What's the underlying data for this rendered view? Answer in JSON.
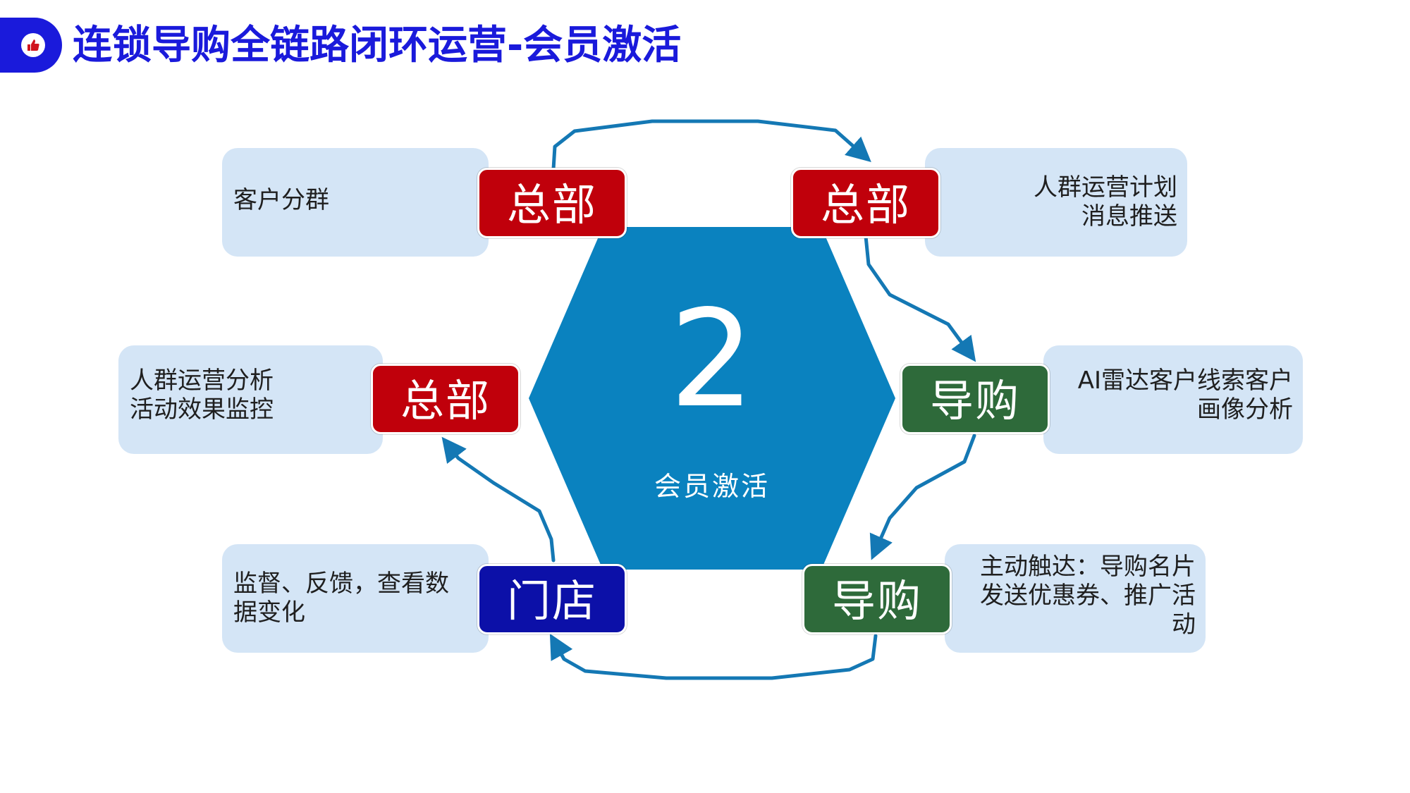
{
  "header": {
    "title": "连锁导购全链路闭环运营-会员激活"
  },
  "center": {
    "number": "2",
    "label": "会员激活"
  },
  "nodes": [
    {
      "role": "总部",
      "note": [
        "客户分群"
      ]
    },
    {
      "role": "总部",
      "note": [
        "人群运营计划",
        "消息推送"
      ]
    },
    {
      "role": "导购",
      "note": [
        "AI雷达客户线索客户",
        "画像分析"
      ]
    },
    {
      "role": "导购",
      "note": [
        "主动触达：导购名片",
        "发送优惠券、推广活",
        "动"
      ]
    },
    {
      "role": "门店",
      "note": [
        "监督、反馈，查看数",
        "据变化"
      ]
    },
    {
      "role": "总部",
      "note": [
        "人群运营分析",
        "活动效果监控"
      ]
    }
  ],
  "colors": {
    "accent": "#1a1adb",
    "hexagon": "#0a82bf",
    "arrow": "#1478b4",
    "hq": "#c0000b",
    "guide": "#2e6a3a",
    "store": "#0c10a8",
    "note_bg": "#d4e5f6"
  },
  "icons": {
    "header_badge": "thumbs-up-icon"
  }
}
